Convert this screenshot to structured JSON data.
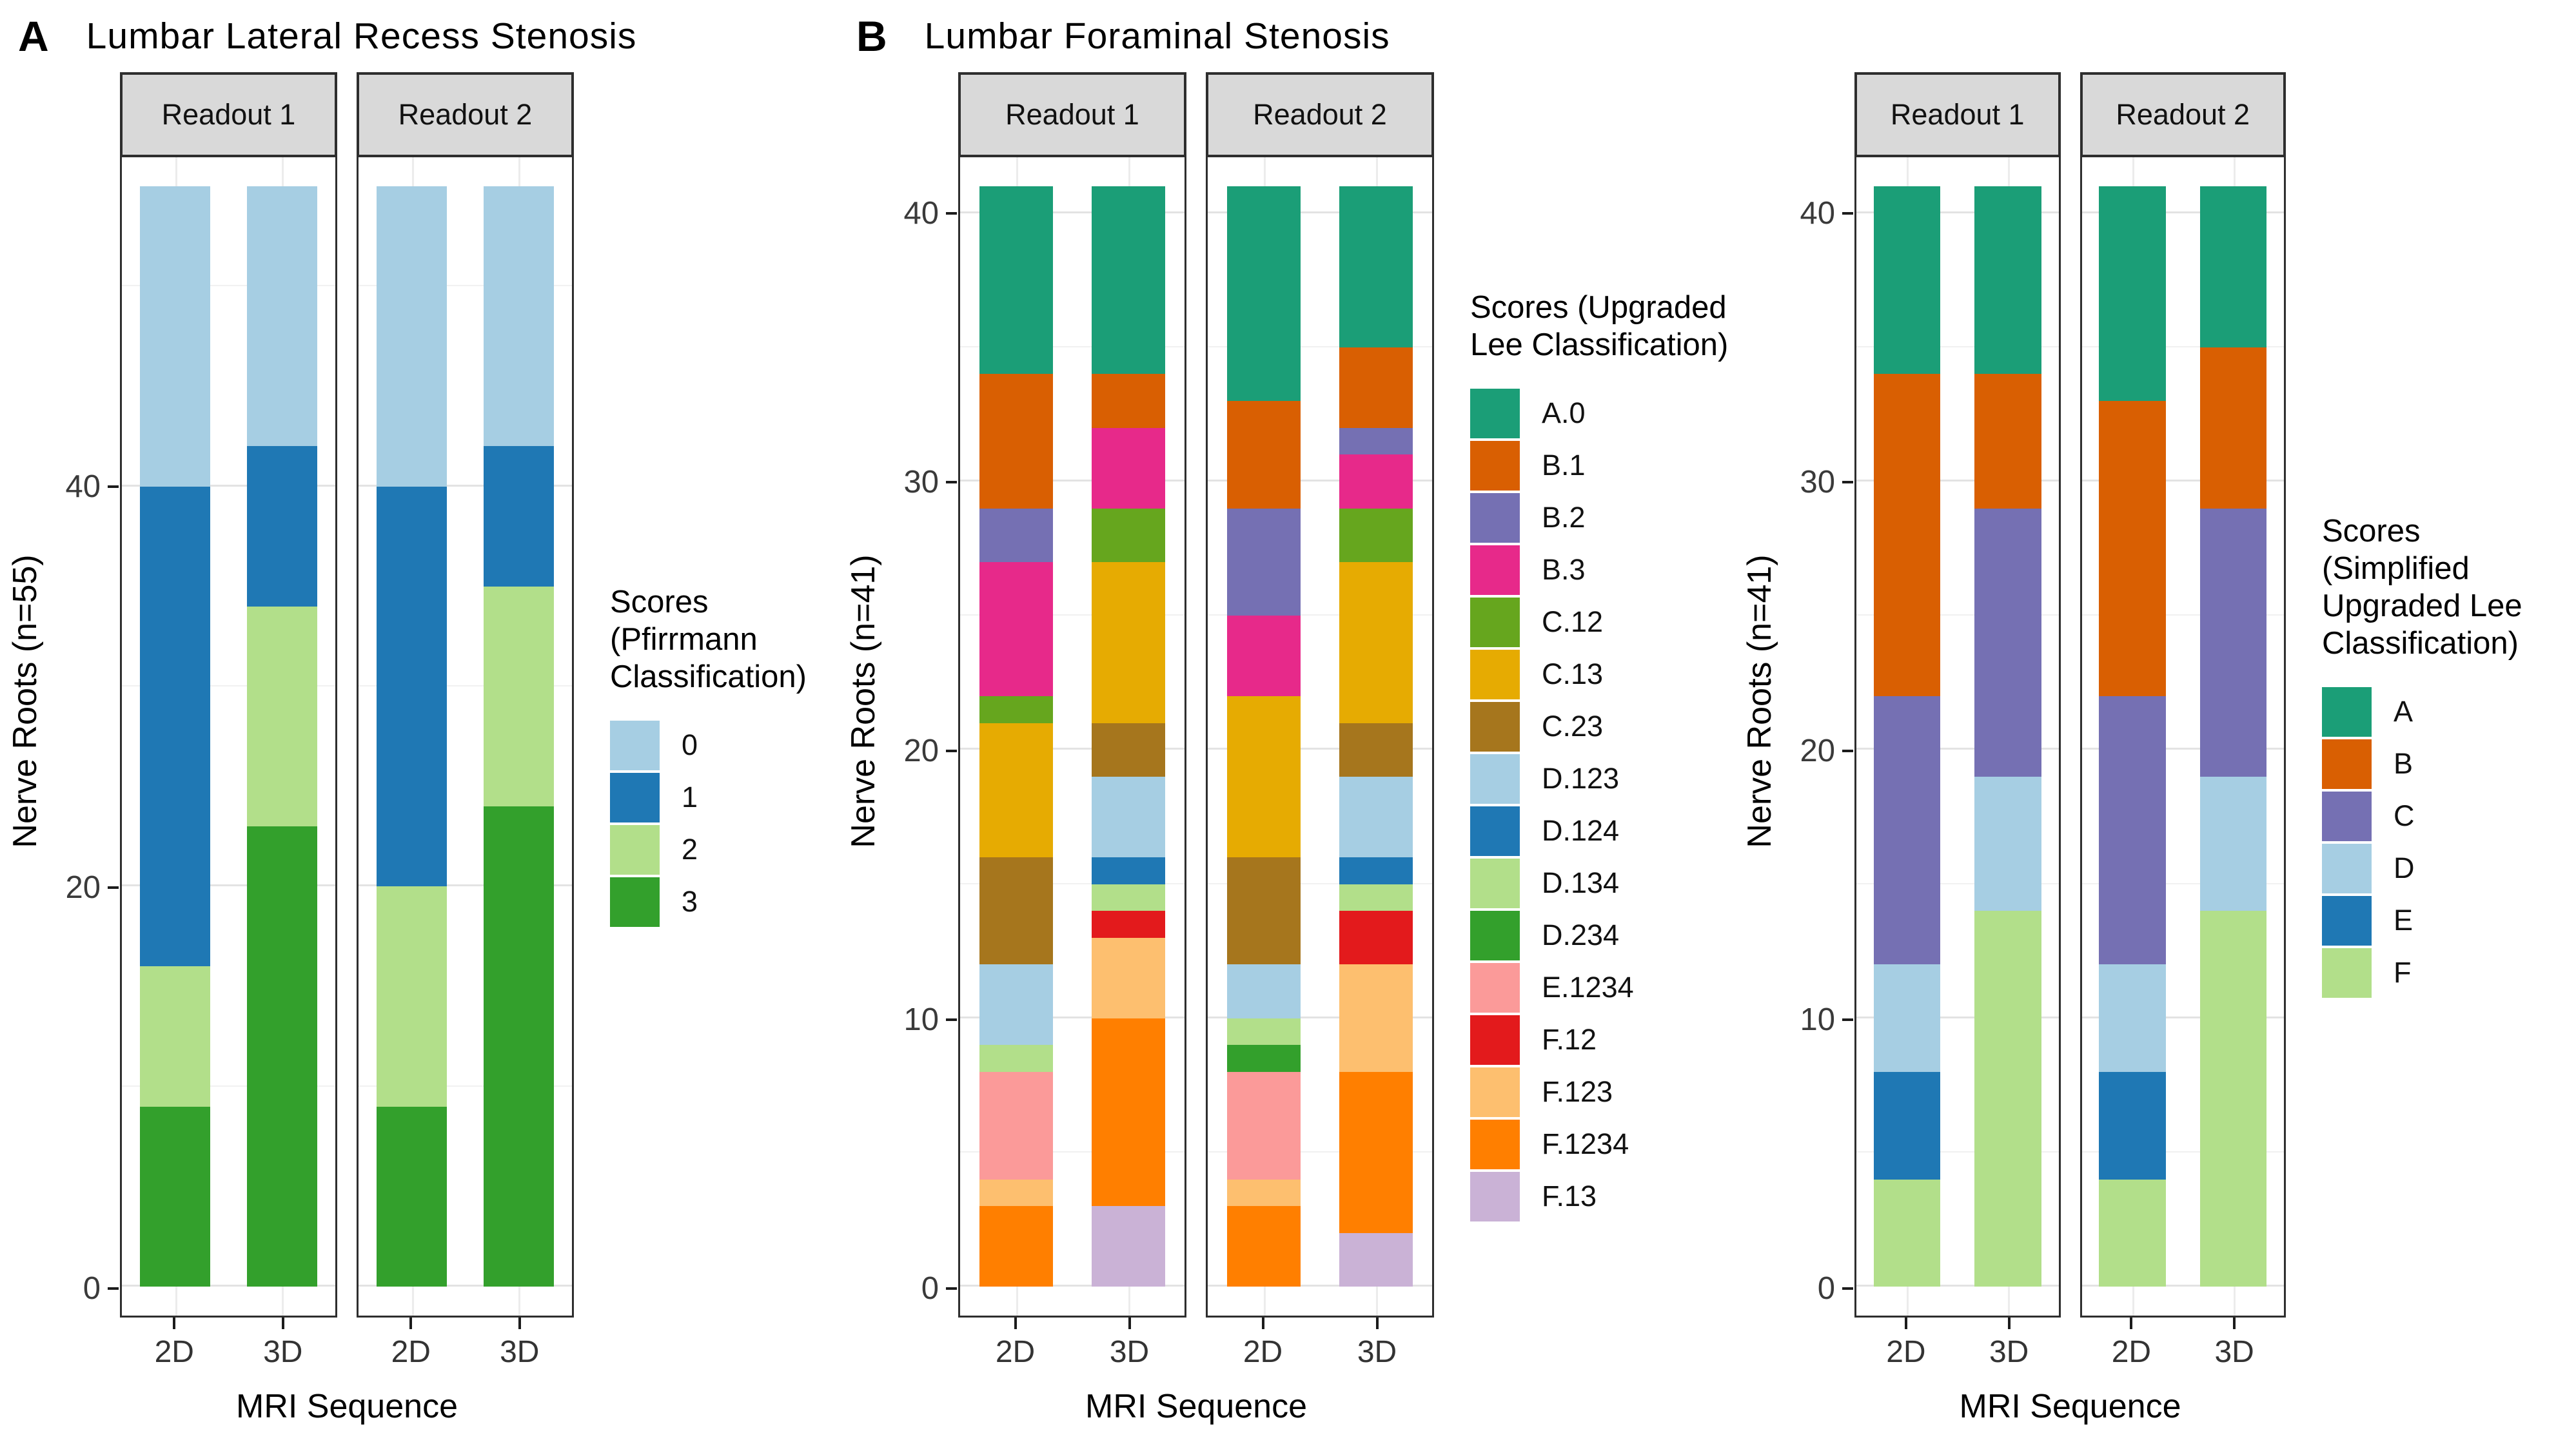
{
  "theme": {
    "background": "#FFFFFF",
    "strip_background": "#D9D9D9",
    "panel_border": "#2E2E2E",
    "major_gridline": "#E3E3E3",
    "minor_gridline": "#F1F1F1",
    "tick_label_color": "#3A3A3A"
  },
  "chart_data": [
    {
      "type": "bar",
      "stacked": true,
      "panel_letter": "A",
      "title": "Lumbar Lateral Recess Stenosis",
      "ylabel": "Nerve Roots (n=55)",
      "xlabel": "MRI Sequence",
      "ylim": [
        0,
        55
      ],
      "yticks": [
        0,
        20,
        40
      ],
      "minor_yticks": [
        10,
        30,
        50
      ],
      "grid": true,
      "legend_position": "right",
      "facets": [
        "Readout 1",
        "Readout 2"
      ],
      "categories": [
        "2D",
        "3D"
      ],
      "legend_title": "Scores (Pfirrmann Classification)",
      "series": [
        {
          "name": "0",
          "color": "#A6CEE3"
        },
        {
          "name": "1",
          "color": "#1F78B4"
        },
        {
          "name": "2",
          "color": "#B2DF8A"
        },
        {
          "name": "3",
          "color": "#33A02C"
        }
      ],
      "bars": [
        {
          "facet": "Readout 1",
          "category": "2D",
          "values": [
            15,
            24,
            7,
            9
          ]
        },
        {
          "facet": "Readout 1",
          "category": "3D",
          "values": [
            13,
            8,
            11,
            23
          ]
        },
        {
          "facet": "Readout 2",
          "category": "2D",
          "values": [
            15,
            20,
            11,
            9
          ]
        },
        {
          "facet": "Readout 2",
          "category": "3D",
          "values": [
            13,
            7,
            11,
            24
          ]
        }
      ]
    },
    {
      "type": "bar",
      "stacked": true,
      "panel_letter": "B",
      "title": "Lumbar Foraminal Stenosis",
      "ylabel": "Nerve Roots (n=41)",
      "xlabel": "MRI Sequence",
      "ylim": [
        0,
        41
      ],
      "yticks": [
        0,
        10,
        20,
        30,
        40
      ],
      "minor_yticks": [
        5,
        15,
        25,
        35
      ],
      "grid": true,
      "legend_position": "right",
      "facets": [
        "Readout 1",
        "Readout 2"
      ],
      "categories": [
        "2D",
        "3D"
      ],
      "legend_title": "Scores (Upgraded Lee Classification)",
      "series": [
        {
          "name": "A.0",
          "color": "#1B9E77"
        },
        {
          "name": "B.1",
          "color": "#D95F02"
        },
        {
          "name": "B.2",
          "color": "#7570B3"
        },
        {
          "name": "B.3",
          "color": "#E7298A"
        },
        {
          "name": "C.12",
          "color": "#66A61E"
        },
        {
          "name": "C.13",
          "color": "#E6AB02"
        },
        {
          "name": "C.23",
          "color": "#A6761D"
        },
        {
          "name": "D.123",
          "color": "#A6CEE3"
        },
        {
          "name": "D.124",
          "color": "#1F78B4"
        },
        {
          "name": "D.134",
          "color": "#B2DF8A"
        },
        {
          "name": "D.234",
          "color": "#33A02C"
        },
        {
          "name": "E.1234",
          "color": "#FB9A99"
        },
        {
          "name": "F.12",
          "color": "#E31A1C"
        },
        {
          "name": "F.123",
          "color": "#FDBF6F"
        },
        {
          "name": "F.1234",
          "color": "#FF7F00"
        },
        {
          "name": "F.13",
          "color": "#CAB2D6"
        }
      ],
      "bars": [
        {
          "facet": "Readout 1",
          "category": "2D",
          "values": [
            7,
            5,
            2,
            5,
            1,
            5,
            4,
            3,
            0,
            1,
            0,
            4,
            0,
            1,
            3,
            0
          ]
        },
        {
          "facet": "Readout 1",
          "category": "3D",
          "values": [
            7,
            2,
            0,
            3,
            2,
            6,
            2,
            3,
            1,
            1,
            0,
            0,
            1,
            3,
            7,
            3
          ]
        },
        {
          "facet": "Readout 2",
          "category": "2D",
          "values": [
            8,
            4,
            4,
            3,
            0,
            6,
            4,
            2,
            0,
            1,
            1,
            4,
            0,
            1,
            3,
            0
          ]
        },
        {
          "facet": "Readout 2",
          "category": "3D",
          "values": [
            6,
            3,
            1,
            2,
            2,
            6,
            2,
            3,
            1,
            1,
            0,
            0,
            2,
            4,
            6,
            2
          ]
        }
      ]
    },
    {
      "type": "bar",
      "stacked": true,
      "panel_letter": "",
      "title": "",
      "ylabel": "Nerve Roots (n=41)",
      "xlabel": "MRI Sequence",
      "ylim": [
        0,
        41
      ],
      "yticks": [
        0,
        10,
        20,
        30,
        40
      ],
      "minor_yticks": [
        5,
        15,
        25,
        35
      ],
      "grid": true,
      "legend_position": "right",
      "facets": [
        "Readout 1",
        "Readout 2"
      ],
      "categories": [
        "2D",
        "3D"
      ],
      "legend_title": "Scores (Simplified Upgraded Lee Classification)",
      "series": [
        {
          "name": "A",
          "color": "#1B9E77"
        },
        {
          "name": "B",
          "color": "#D95F02"
        },
        {
          "name": "C",
          "color": "#7570B3"
        },
        {
          "name": "D",
          "color": "#A6CEE3"
        },
        {
          "name": "E",
          "color": "#1F78B4"
        },
        {
          "name": "F",
          "color": "#B2DF8A"
        }
      ],
      "bars": [
        {
          "facet": "Readout 1",
          "category": "2D",
          "values": [
            7,
            12,
            10,
            4,
            4,
            4
          ]
        },
        {
          "facet": "Readout 1",
          "category": "3D",
          "values": [
            7,
            5,
            10,
            5,
            0,
            14
          ]
        },
        {
          "facet": "Readout 2",
          "category": "2D",
          "values": [
            8,
            11,
            10,
            4,
            4,
            4
          ]
        },
        {
          "facet": "Readout 2",
          "category": "3D",
          "values": [
            6,
            6,
            10,
            5,
            0,
            14
          ]
        }
      ]
    }
  ]
}
